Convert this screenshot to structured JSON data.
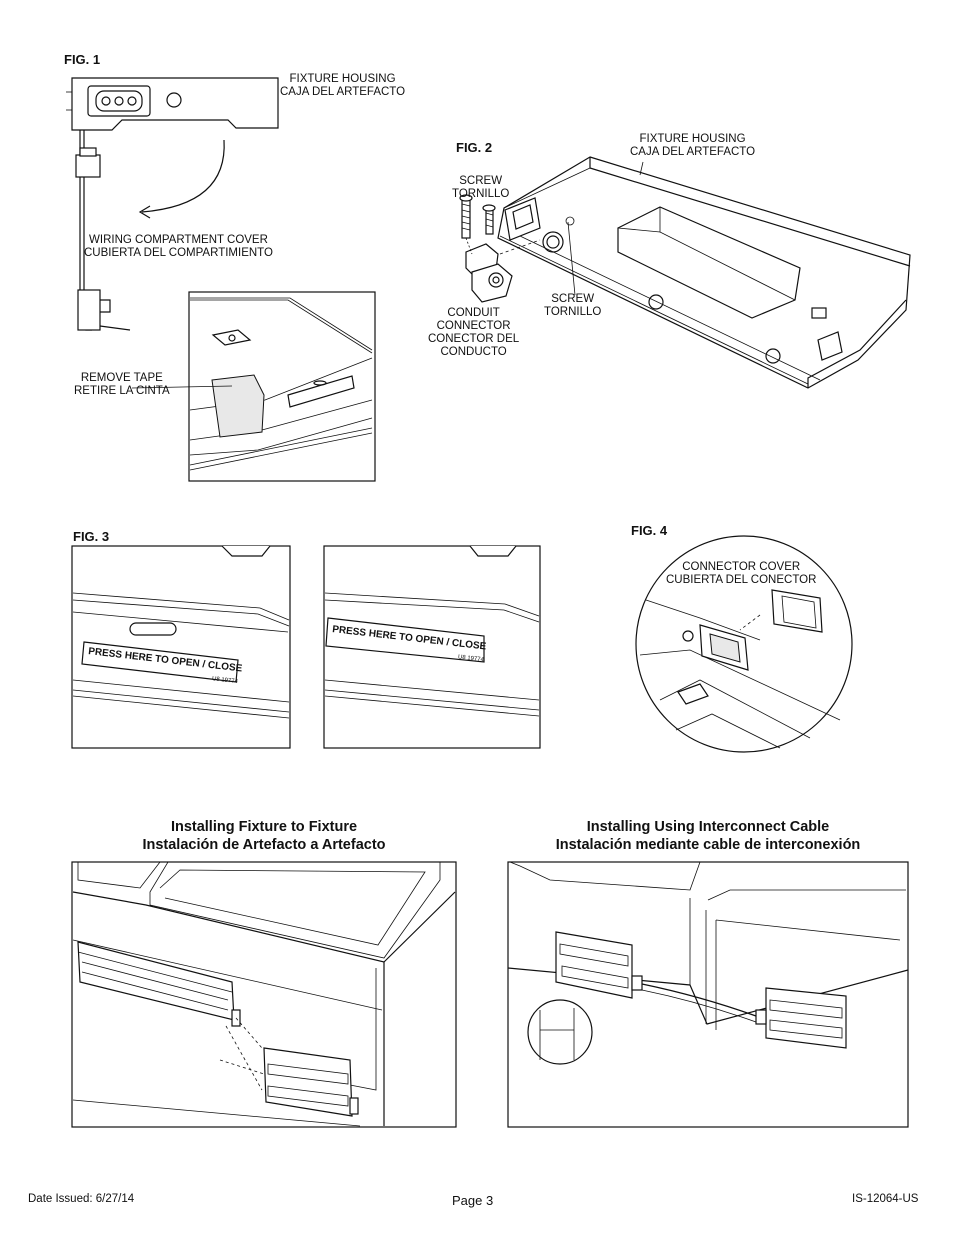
{
  "fig1": {
    "label": "FIG. 1",
    "fixture_housing": [
      "FIXTURE HOUSING",
      "CAJA DEL ARTEFACTO"
    ],
    "wiring_cover": [
      "WIRING COMPARTMENT COVER",
      "CUBIERTA DEL COMPARTIMIENTO"
    ],
    "remove_tape": [
      "REMOVE TAPE",
      "RETIRE LA CINTA"
    ]
  },
  "fig2": {
    "label": "FIG. 2",
    "fixture_housing": [
      "FIXTURE HOUSING",
      "CAJA DEL ARTEFACTO"
    ],
    "screw_top": [
      "SCREW",
      "TORNILLO"
    ],
    "screw_mid": [
      "SCREW",
      "TORNILLO"
    ],
    "conduit": [
      "CONDUIT",
      "CONNECTOR",
      "CONECTOR DEL",
      "CONDUCTO"
    ]
  },
  "fig3": {
    "label": "FIG. 3",
    "press_text": "PRESS HERE TO OPEN / CLOSE",
    "model_small": "U8 19774"
  },
  "fig4": {
    "label": "FIG. 4",
    "connector_cover": [
      "CONNECTOR COVER",
      "CUBIERTA DEL CONECTOR"
    ]
  },
  "install_fixture": [
    "Installing Fixture to Fixture",
    "Instalación de Artefacto a Artefacto"
  ],
  "install_cable": [
    "Installing Using Interconnect Cable",
    "Instalación mediante cable de interconexión"
  ],
  "footer": {
    "date": "Date Issued: 6/27/14",
    "page": "Page 3",
    "doc_id": "IS-12064-US"
  }
}
